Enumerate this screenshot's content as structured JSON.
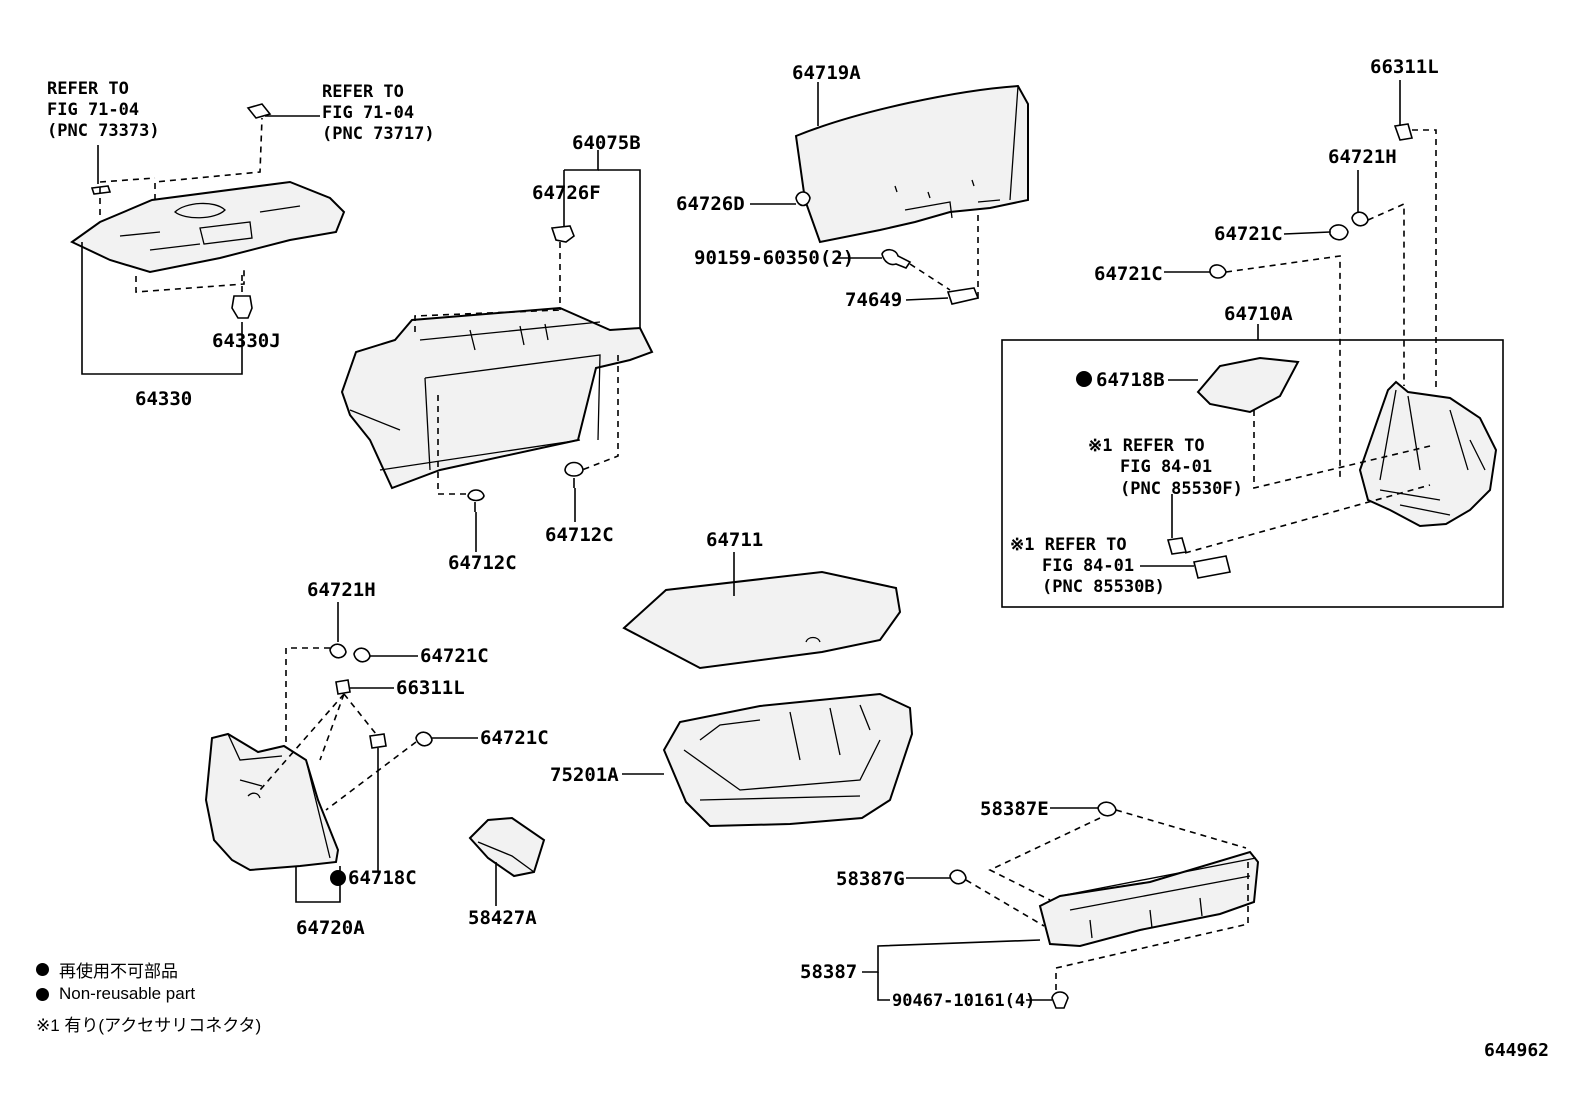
{
  "figure_number": "644962",
  "legend": {
    "jp_nonreusable": "再使用不可部品",
    "en_nonreusable": "Non-reusable part",
    "note1": "※1 有り(アクセサリコネクタ)"
  },
  "labels": {
    "ref_a1": "REFER TO",
    "ref_a2": "FIG 71-04",
    "ref_a3": "(PNC 73373)",
    "ref_b1": "REFER TO",
    "ref_b2": "FIG 71-04",
    "ref_b3": "(PNC 73717)",
    "p64330J": "64330J",
    "p64330": "64330",
    "p64075B": "64075B",
    "p64726F": "64726F",
    "p64712C_a": "64712C",
    "p64712C_b": "64712C",
    "p64719A": "64719A",
    "p64726D": "64726D",
    "p90159": "90159-60350(2)",
    "p74649": "74649",
    "p66311L_a": "66311L",
    "p64721H_a": "64721H",
    "p64721C_a": "64721C",
    "p64721C_b": "64721C",
    "p64710A": "64710A",
    "p64718B": "64718B",
    "ref_c1": "※1 REFER TO",
    "ref_c2": "FIG 84-01",
    "ref_c3": "(PNC 85530F)",
    "ref_d1": "※1 REFER TO",
    "ref_d2": "FIG 84-01",
    "ref_d3": "(PNC 85530B)",
    "p64711": "64711",
    "p75201A": "75201A",
    "p64721H_b": "64721H",
    "p64721C_c": "64721C",
    "p66311L_b": "66311L",
    "p64721C_d": "64721C",
    "p64718C": "64718C",
    "p64720A": "64720A",
    "p58427A": "58427A",
    "p58387E": "58387E",
    "p58387G": "58387G",
    "p58387": "58387",
    "p90467": "90467-10161(4)"
  }
}
